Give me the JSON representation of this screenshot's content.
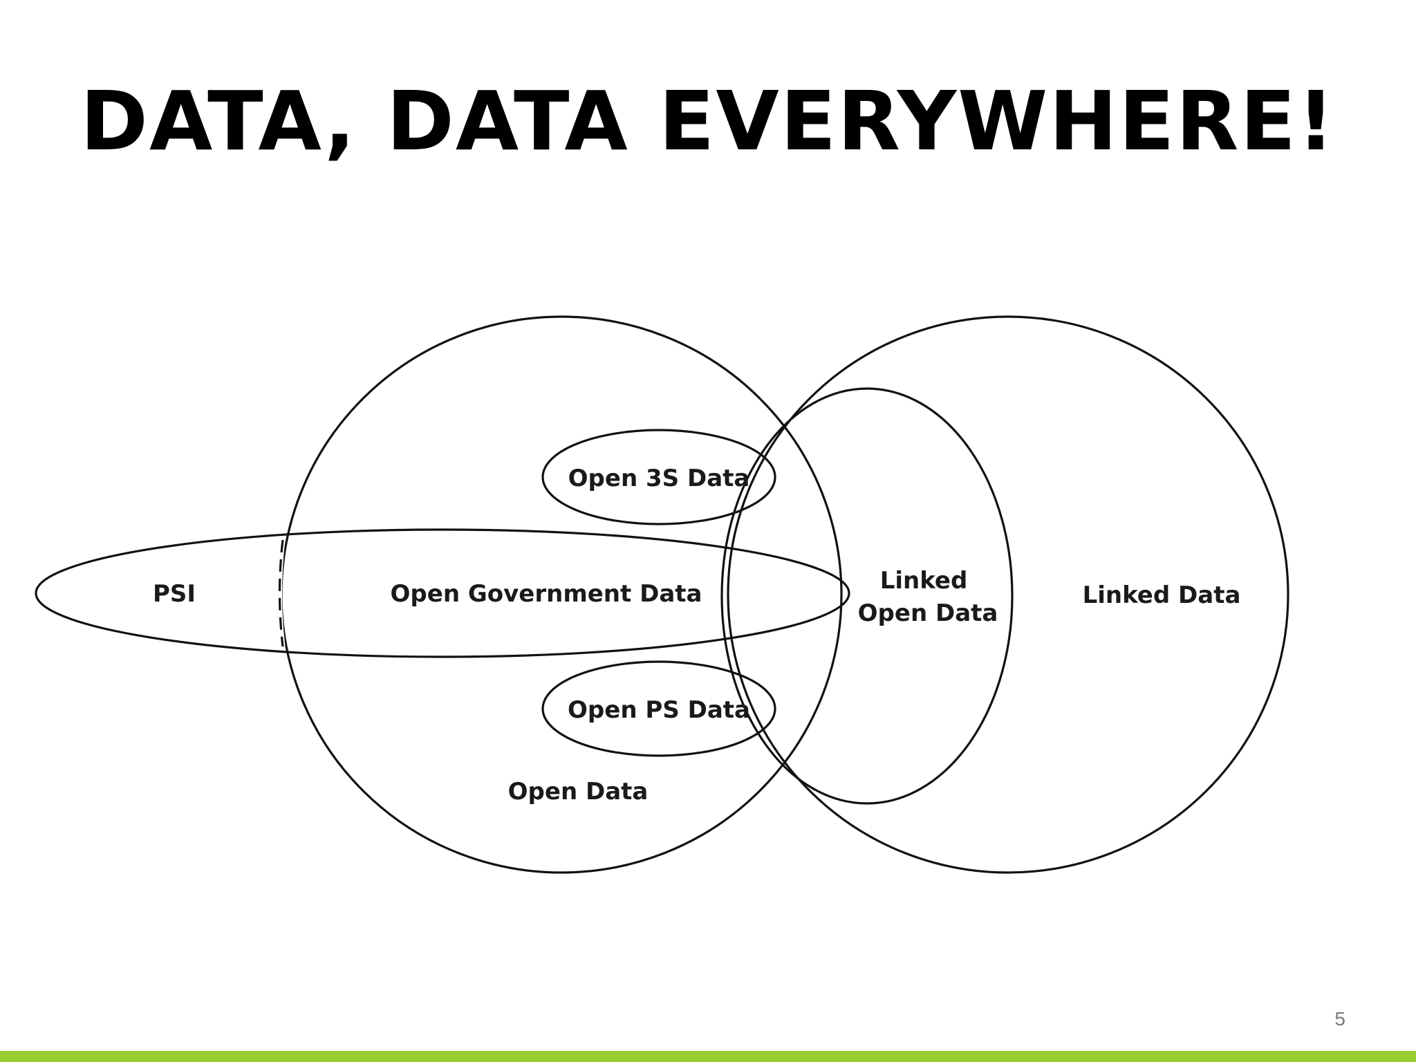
{
  "slide": {
    "title": "DATA, DATA EVERYWHERE!",
    "page_number": "5"
  },
  "diagram": {
    "regions": {
      "psi": "PSI",
      "open_government_data": "Open Government Data",
      "open_3s_data": "Open 3S Data",
      "open_ps_data": "Open PS Data",
      "open_data": "Open Data",
      "linked_open_data_line1": "Linked",
      "linked_open_data_line2": "Open Data",
      "linked_data": "Linked Data"
    }
  },
  "colors": {
    "accent_bar": "#9acd32",
    "stroke": "#111111",
    "text": "#000000"
  }
}
